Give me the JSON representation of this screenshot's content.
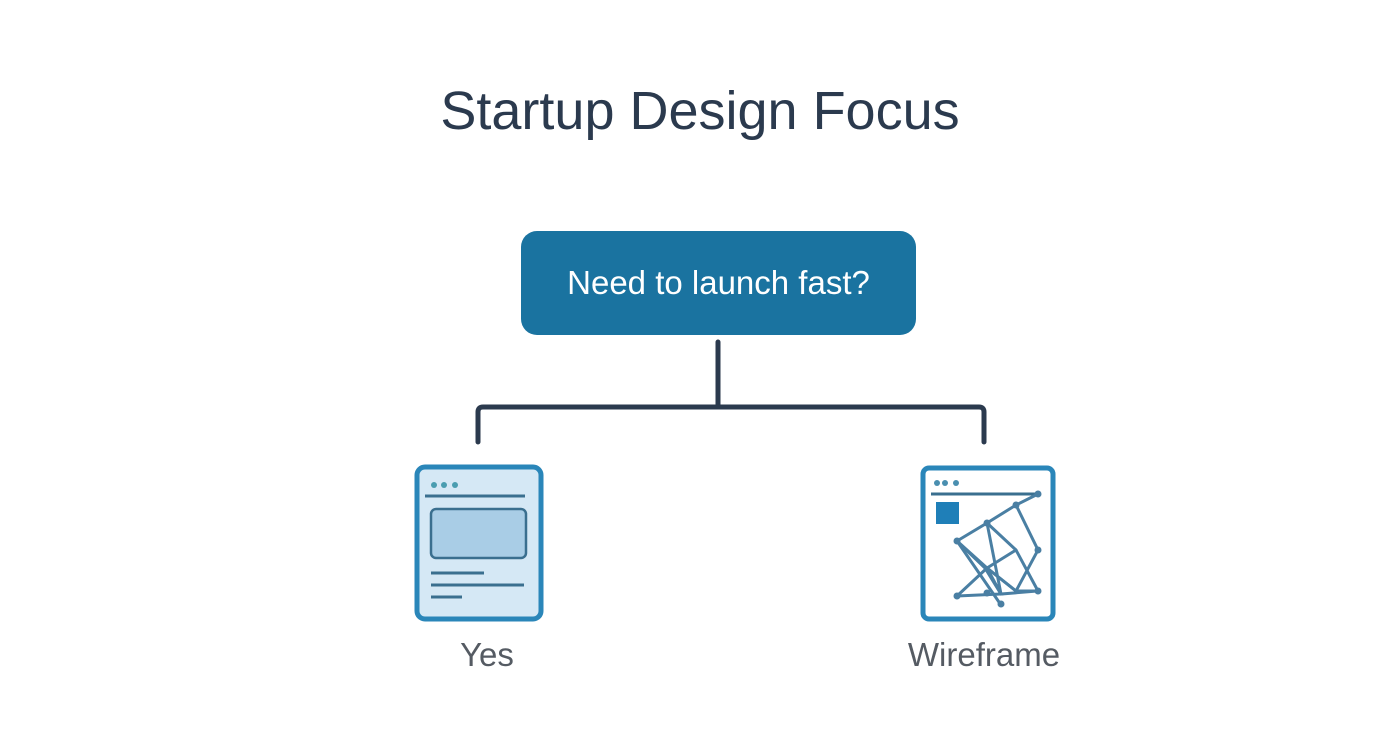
{
  "title": "Startup Design Focus",
  "question": "Need to launch fast?",
  "branches": [
    {
      "label": "Yes",
      "icon": "webpage-mockup-icon"
    },
    {
      "label": "Wireframe",
      "icon": "wireframe-icon"
    }
  ],
  "colors": {
    "primary": "#1a73a0",
    "connector": "#2b3a4e",
    "label": "#555b63"
  }
}
